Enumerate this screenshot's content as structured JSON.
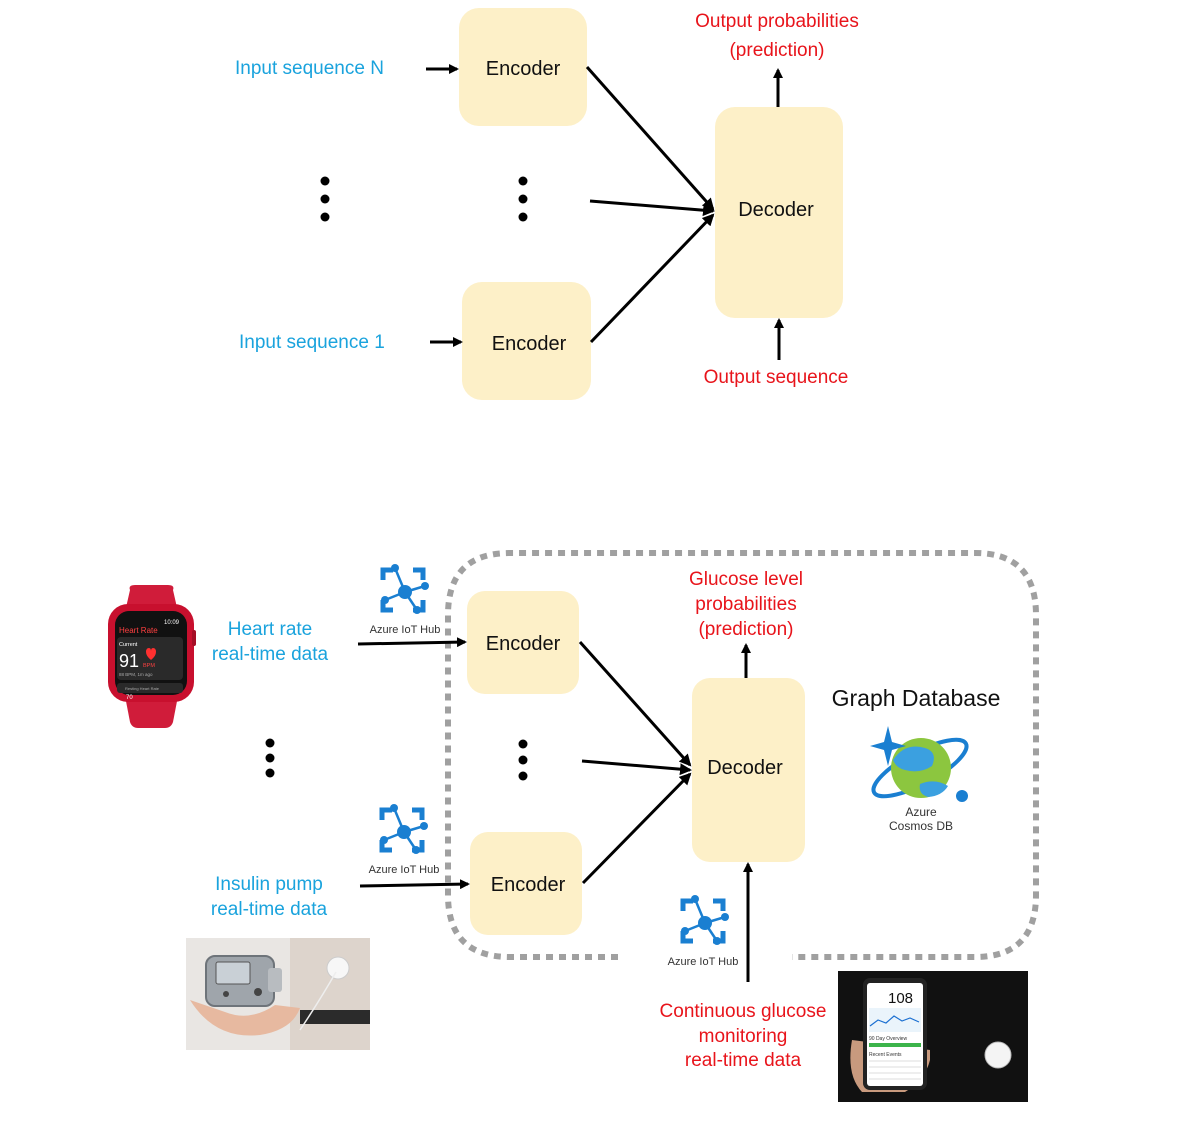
{
  "top": {
    "encoder_top": "Encoder",
    "encoder_bottom": "Encoder",
    "decoder": "Decoder",
    "input_n": "Input sequence  N",
    "input_1": "Input sequence 1",
    "output_probs_line1": "Output probabilities",
    "output_probs_line2": "(prediction)",
    "output_sequence": "Output sequence"
  },
  "bottom": {
    "encoder_top": "Encoder",
    "encoder_bottom": "Encoder",
    "decoder": "Decoder",
    "heart_rate_line1": "Heart rate",
    "heart_rate_line2": "real-time data",
    "insulin_line1": "Insulin pump",
    "insulin_line2": "real-time data",
    "glucose_line1": "Glucose level",
    "glucose_line2": "probabilities",
    "glucose_line3": "(prediction)",
    "cgm_line1": "Continuous glucose",
    "cgm_line2": "monitoring",
    "cgm_line3": "real-time data",
    "graph_db": "Graph Database",
    "cosmos_line1": "Azure",
    "cosmos_line2": "Cosmos DB",
    "iot_hub_1": "Azure IoT Hub",
    "iot_hub_2": "Azure IoT Hub",
    "iot_hub_3": "Azure IoT Hub"
  },
  "watch": {
    "time": "10:09",
    "title": "Heart Rate",
    "current_label": "Current",
    "value": "91",
    "unit": "BPM",
    "sub": "88 BPM, 1m ago",
    "resting": "Resting Heart Rate",
    "resting_value": "70"
  },
  "phone": {
    "reading": "108",
    "overview": "90 Day Overview",
    "events": "Recent Events"
  },
  "colors": {
    "box_fill": "#fdf0c8",
    "input_text": "#1aa3dd",
    "output_text": "#e8141b",
    "azure_blue": "#1a7fd1",
    "dashed_border": "#a0a0a0"
  },
  "icons": {
    "iot_hub": "azure-iot-hub-icon",
    "cosmos_db": "azure-cosmos-db-icon",
    "watch": "smartwatch-photo",
    "insulin_pump": "insulin-pump-photo",
    "cgm_phone": "cgm-phone-photo"
  }
}
